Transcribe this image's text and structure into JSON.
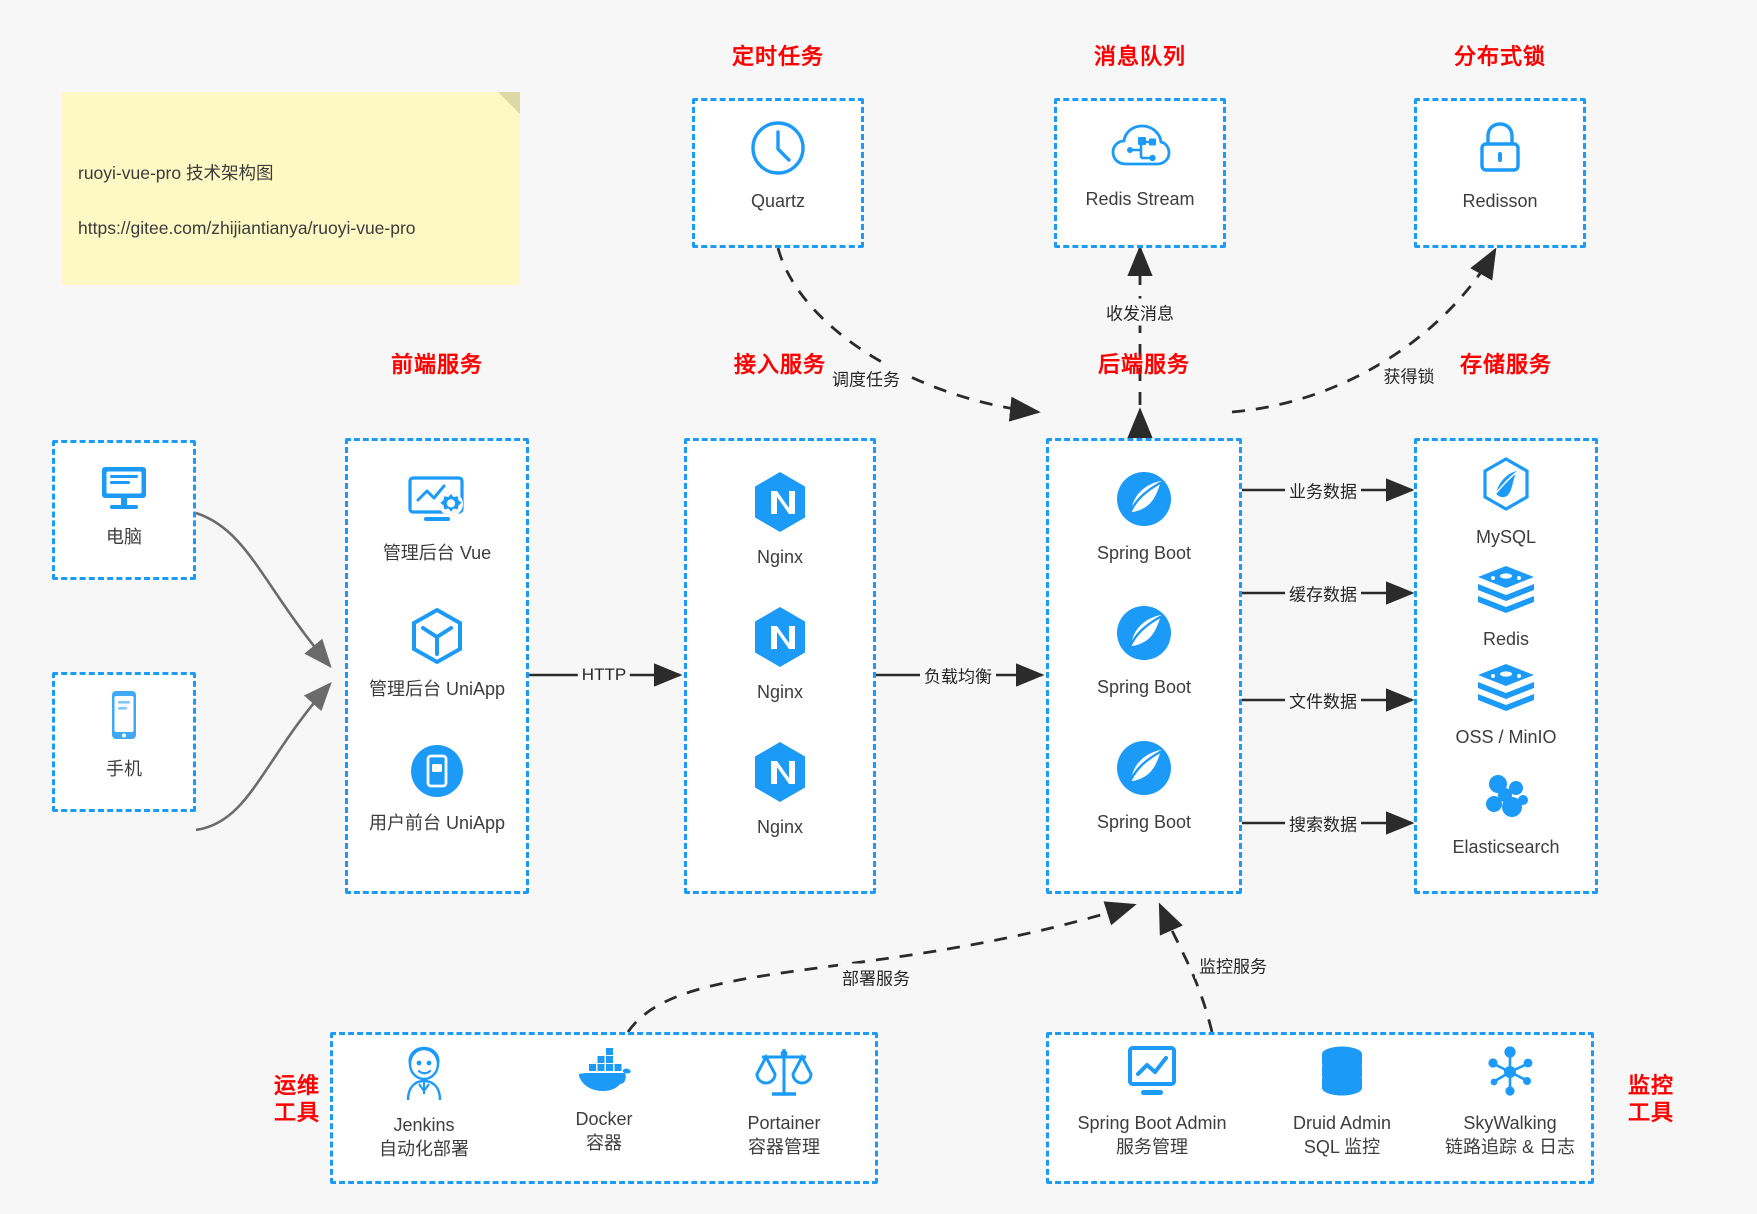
{
  "note": {
    "line1": "ruoyi-vue-pro 技术架构图",
    "line2": "https://gitee.com/zhijiantianya/ruoyi-vue-pro"
  },
  "colors": {
    "accent": "#1b9af7",
    "group_label": "#fe0000",
    "text": "#3d3d3d",
    "edge": "#262626",
    "background": "#f7f7f7",
    "note_bg": "#fdf8c4"
  },
  "groups": {
    "scheduler": {
      "label": "定时任务"
    },
    "mq": {
      "label": "消息队列"
    },
    "lock": {
      "label": "分布式锁"
    },
    "frontend": {
      "label": "前端服务"
    },
    "gateway": {
      "label": "接入服务"
    },
    "backend": {
      "label": "后端服务"
    },
    "storage": {
      "label": "存储服务"
    },
    "devops": {
      "label": "运维\n工具"
    },
    "monitoring": {
      "label": "监控\n工具"
    }
  },
  "clients": [
    {
      "name": "电脑",
      "icon": "desktop-icon"
    },
    {
      "name": "手机",
      "icon": "mobile-icon"
    }
  ],
  "scheduler_nodes": [
    {
      "name": "Quartz",
      "icon": "clock-icon"
    }
  ],
  "mq_nodes": [
    {
      "name": "Redis Stream",
      "icon": "cloud-stream-icon"
    }
  ],
  "lock_nodes": [
    {
      "name": "Redisson",
      "icon": "lock-icon"
    }
  ],
  "frontend_nodes": [
    {
      "name": "管理后台 Vue",
      "icon": "monitor-gear-icon"
    },
    {
      "name": "管理后台 UniApp",
      "icon": "cube-icon"
    },
    {
      "name": "用户前台 UniApp",
      "icon": "phone-app-icon"
    }
  ],
  "gateway_nodes": [
    {
      "name": "Nginx",
      "icon": "nginx-icon"
    },
    {
      "name": "Nginx",
      "icon": "nginx-icon"
    },
    {
      "name": "Nginx",
      "icon": "nginx-icon"
    }
  ],
  "backend_nodes": [
    {
      "name": "Spring Boot",
      "icon": "spring-leaf-icon"
    },
    {
      "name": "Spring Boot",
      "icon": "spring-leaf-icon"
    },
    {
      "name": "Spring Boot",
      "icon": "spring-leaf-icon"
    }
  ],
  "storage_nodes": [
    {
      "name": "MySQL",
      "icon": "mysql-dolphin-icon"
    },
    {
      "name": "Redis",
      "icon": "redis-stack-icon"
    },
    {
      "name": "OSS / MinIO",
      "icon": "redis-stack-icon"
    },
    {
      "name": "Elasticsearch",
      "icon": "elasticsearch-icon"
    }
  ],
  "devops_nodes": [
    {
      "name": "Jenkins",
      "sub": "自动化部署",
      "icon": "jenkins-butler-icon"
    },
    {
      "name": "Docker",
      "sub": "容器",
      "icon": "docker-whale-icon"
    },
    {
      "name": "Portainer",
      "sub": "容器管理",
      "icon": "scales-icon"
    }
  ],
  "monitoring_nodes": [
    {
      "name": "Spring Boot Admin",
      "sub": "服务管理",
      "icon": "monitor-chart-icon"
    },
    {
      "name": "Druid Admin",
      "sub": "SQL 监控",
      "icon": "database-icon"
    },
    {
      "name": "SkyWalking",
      "sub": "链路追踪 & 日志",
      "icon": "skywalking-node-icon"
    }
  ],
  "edges": [
    {
      "id": "http",
      "label": "HTTP"
    },
    {
      "id": "lb",
      "label": "负载均衡"
    },
    {
      "id": "schedule",
      "label": "调度任务"
    },
    {
      "id": "mq_msg",
      "label": "收发消息"
    },
    {
      "id": "get_lock",
      "label": "获得锁"
    },
    {
      "id": "biz_data",
      "label": "业务数据"
    },
    {
      "id": "cache_data",
      "label": "缓存数据"
    },
    {
      "id": "file_data",
      "label": "文件数据"
    },
    {
      "id": "search_data",
      "label": "搜索数据"
    },
    {
      "id": "deploy",
      "label": "部署服务"
    },
    {
      "id": "monitor",
      "label": "监控服务"
    }
  ]
}
